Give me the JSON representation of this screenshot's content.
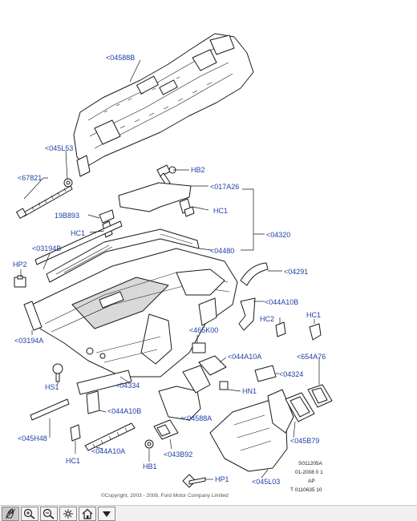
{
  "labels": {
    "p04588B": "<04588B",
    "p045L53": "<045L53",
    "p67821": "<67821",
    "hb2": "HB2",
    "p017A26": "<017A26",
    "p19B893": "19B893",
    "hc1_a": "HC1",
    "hc1_b": "HC1",
    "p04320": "<04320",
    "p03194B": "<03194B",
    "p04480": "<04480",
    "hp2": "HP2",
    "p04291": "<04291",
    "p044A10B_a": "<044A10B",
    "hc2": "HC2",
    "hc1_c": "HC1",
    "p465K00": "<465K00",
    "p03194A": "<03194A",
    "p044A10A_a": "<044A10A",
    "p654A76": "<654A76",
    "p04324": "<04324",
    "hs1": "HS1",
    "p04334": "<04334",
    "hn1": "HN1",
    "p044A10B_b": "<044A10B",
    "p04588A": "<04588A",
    "p045H48": "<045H48",
    "p045B79": "<045B79",
    "hc1_d": "HC1",
    "p044A10A_b": "<044A10A",
    "p043B92": "<043B92",
    "hb1": "HB1",
    "hp1": "HP1",
    "p045L03": "<045L03"
  },
  "reference": {
    "line1": "S011205A",
    "line2": "01-2008 0 1",
    "line3": "AP",
    "line4": "T 0110635 10"
  },
  "copyright": "©Copyright, 2003 - 2008, Ford Motor Company Limited",
  "toolbar": {
    "buttons": [
      {
        "id": "pan",
        "icon": "hand-icon",
        "active": true
      },
      {
        "id": "zoom-in",
        "icon": "zoom-in-icon",
        "active": false
      },
      {
        "id": "zoom-out",
        "icon": "zoom-out-icon",
        "active": false
      },
      {
        "id": "fit",
        "icon": "fit-to-window-icon",
        "active": false
      },
      {
        "id": "home",
        "icon": "home-icon",
        "active": false
      },
      {
        "id": "menu",
        "icon": "menu-down-arrow-icon",
        "active": false
      }
    ]
  },
  "colors": {
    "label": "#1f3fa5",
    "line": "#1a1a1a",
    "toolbar_bg": "#f0f0f0"
  }
}
